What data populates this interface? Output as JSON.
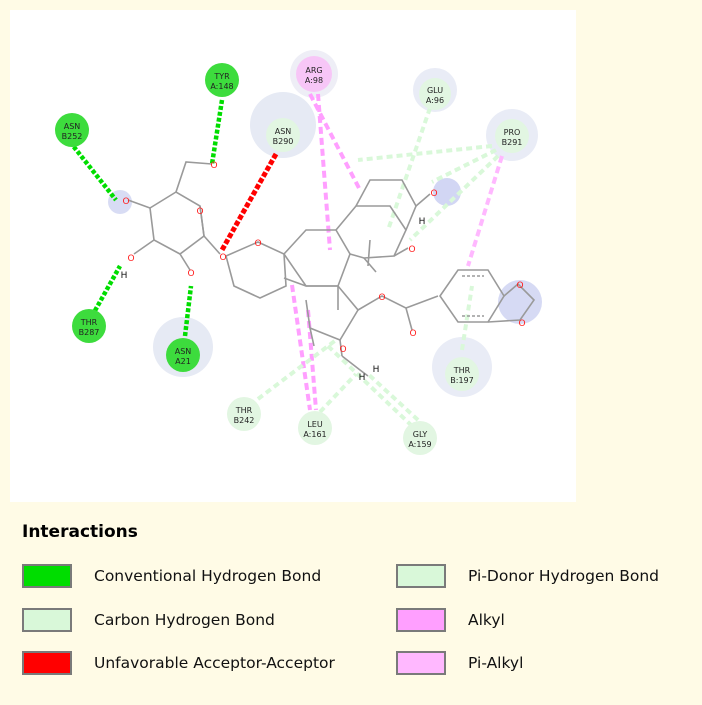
{
  "colors": {
    "conventional": "#00dd00",
    "carbon": "#d9f8d9",
    "unfavorable": "#ff0000",
    "pi_donor": "#d9f8d9",
    "alkyl": "#ff9fff",
    "pi_alkyl": "#ffb8ff",
    "residue_dark": "#3ddc3d",
    "residue_light": "#e2f6e2",
    "residue_pink": "#f7c6f7",
    "halo": "#e6eaf4",
    "bond_gray": "#9a9a9a",
    "oxygen_red": "#ff2020"
  },
  "residues": [
    {
      "id": "tyr-a148",
      "line1": "TYR",
      "line2": "A:148"
    },
    {
      "id": "asn-b252",
      "line1": "ASN",
      "line2": "B252"
    },
    {
      "id": "arg-a98",
      "line1": "ARG",
      "line2": "A:98"
    },
    {
      "id": "glu-a96",
      "line1": "GLU",
      "line2": "A:96"
    },
    {
      "id": "asn-b290",
      "line1": "ASN",
      "line2": "B290"
    },
    {
      "id": "pro-b291",
      "line1": "PRO",
      "line2": "B291"
    },
    {
      "id": "thr-b287",
      "line1": "THR",
      "line2": "B287"
    },
    {
      "id": "asn-a21",
      "line1": "ASN",
      "line2": "A21"
    },
    {
      "id": "thr-b197",
      "line1": "THR",
      "line2": "B:197"
    },
    {
      "id": "thr-b242",
      "line1": "THR",
      "line2": "B242"
    },
    {
      "id": "leu-a161",
      "line1": "LEU",
      "line2": "A:161"
    },
    {
      "id": "gly-a159",
      "line1": "GLY",
      "line2": "A:159"
    }
  ],
  "atom_labels": {
    "oxygen": "O",
    "hydrogen": "H"
  },
  "legend": {
    "title": "Interactions",
    "items": [
      {
        "label": "Conventional Hydrogen Bond",
        "color": "#00dd00"
      },
      {
        "label": "Carbon Hydrogen Bond",
        "color": "#d9f8d9"
      },
      {
        "label": "Unfavorable Acceptor-Acceptor",
        "color": "#ff0000"
      },
      {
        "label": "Pi-Donor Hydrogen Bond",
        "color": "#d9f8d9"
      },
      {
        "label": "Alkyl",
        "color": "#ff9fff"
      },
      {
        "label": "Pi-Alkyl",
        "color": "#ffb8ff"
      }
    ]
  }
}
